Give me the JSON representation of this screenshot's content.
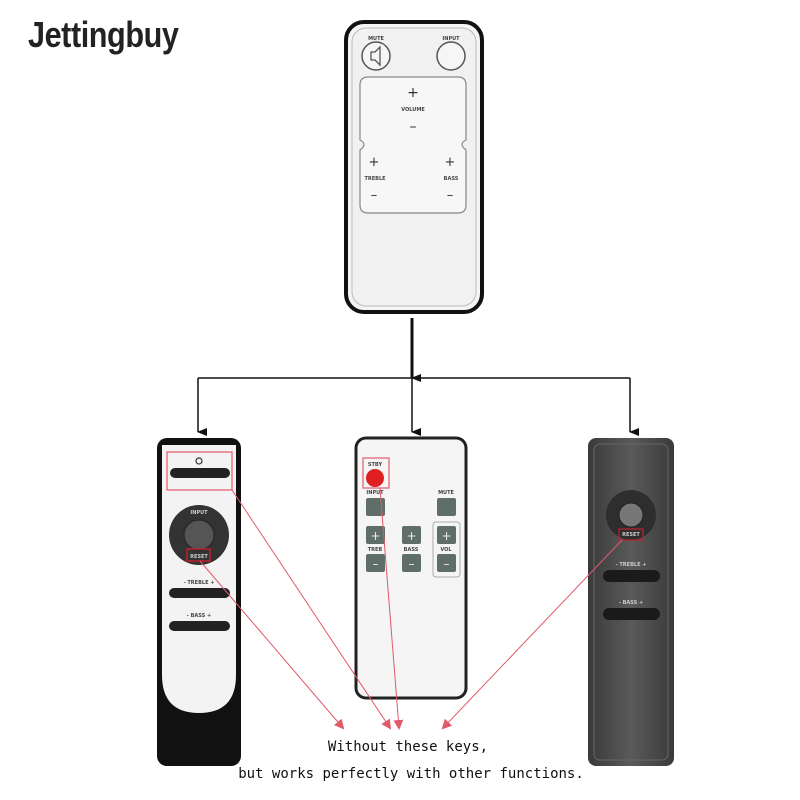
{
  "brand": "Jettingbuy",
  "top_remote": {
    "mute": "MUTE",
    "input": "INPUT",
    "volume": "VOLUME",
    "treble": "TREBLE",
    "bass": "BASS",
    "plus": "+",
    "minus": "–"
  },
  "left_remote": {
    "input": "INPUT",
    "reset": "RESET",
    "treble": "- TREBLE +",
    "bass": "- BASS +"
  },
  "middle_remote": {
    "stby": "STBY",
    "input": "INPUT",
    "mute": "MUTE",
    "treb": "TREB",
    "bass": "BASS",
    "vol": "VOL",
    "plus": "+",
    "minus": "–"
  },
  "right_remote": {
    "reset": "RESET",
    "treble": "- TREBLE +",
    "bass": "- BASS +"
  },
  "note": {
    "line1": "Without these keys,",
    "line2": "but works perfectly with other functions."
  },
  "colors": {
    "highlight": "#e05a6a",
    "power_red": "#e02020",
    "dark_remote": "#4a4a4a",
    "button_gray": "#5f6e68"
  }
}
